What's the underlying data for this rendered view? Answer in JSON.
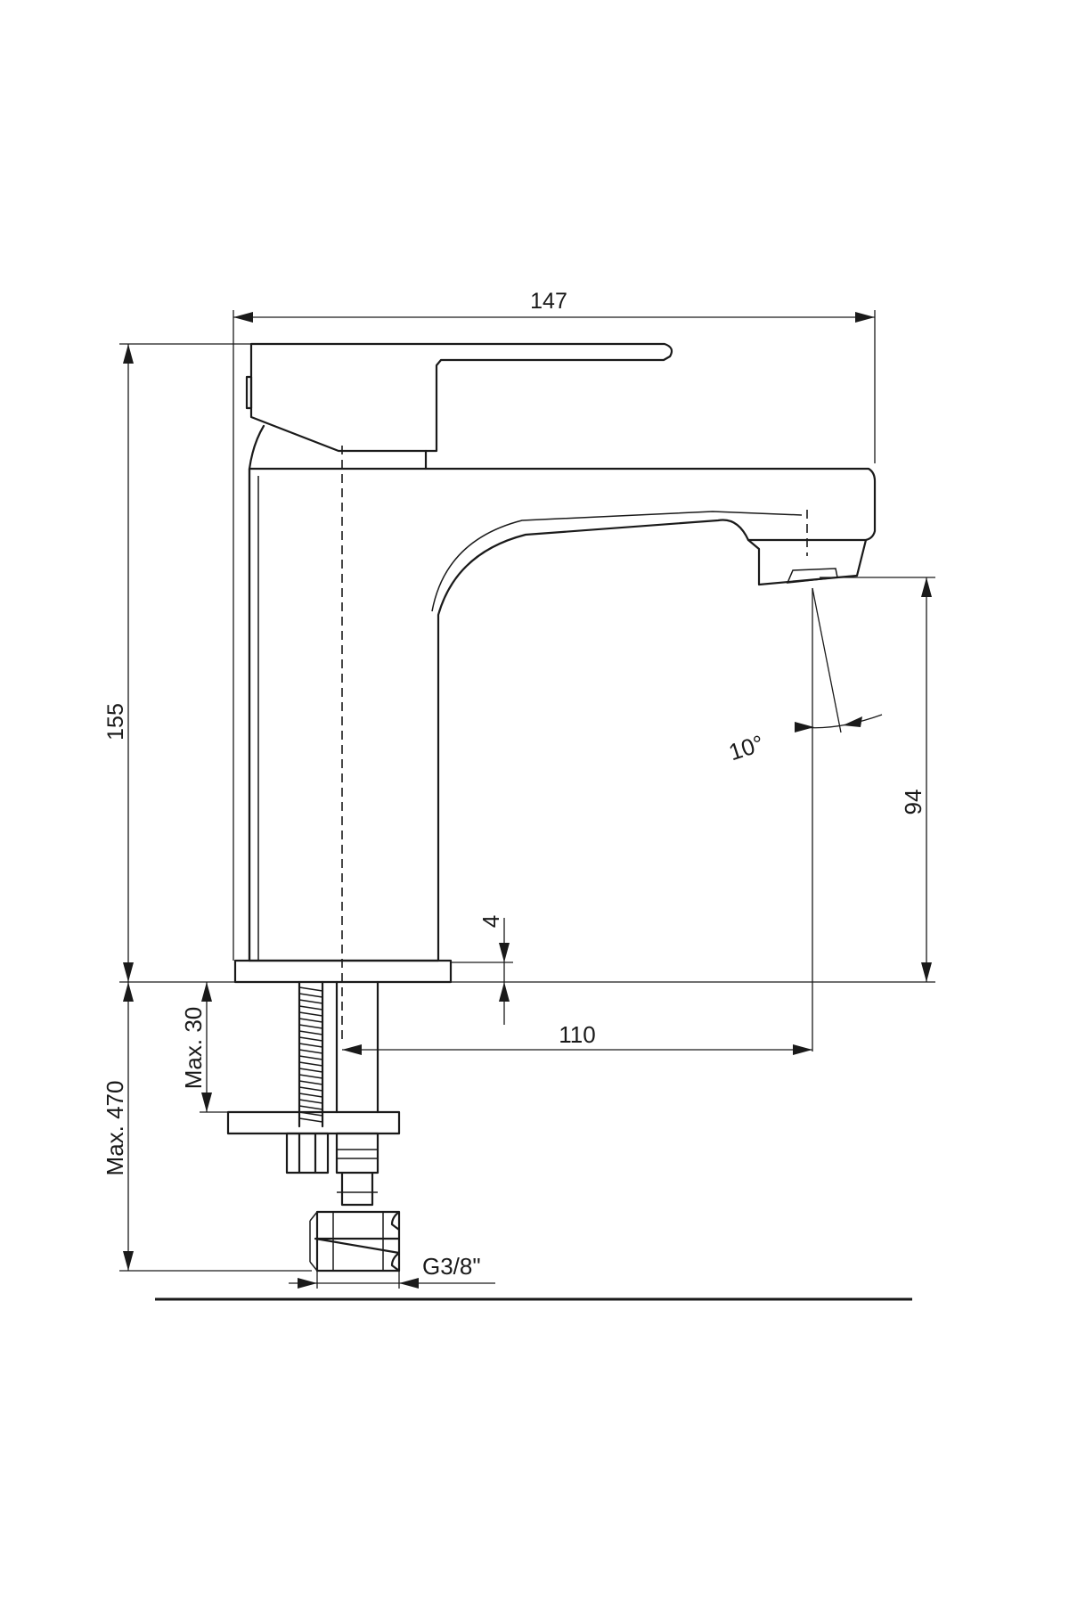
{
  "dimensions": {
    "overall_width": "147",
    "overall_height": "155",
    "spout_height": "94",
    "base_plate": "4",
    "spout_reach": "110",
    "max_deck_thickness": "Max. 30",
    "max_hose_length": "Max. 470",
    "connection_thread": "G3/8\"",
    "spray_angle": "10°"
  }
}
